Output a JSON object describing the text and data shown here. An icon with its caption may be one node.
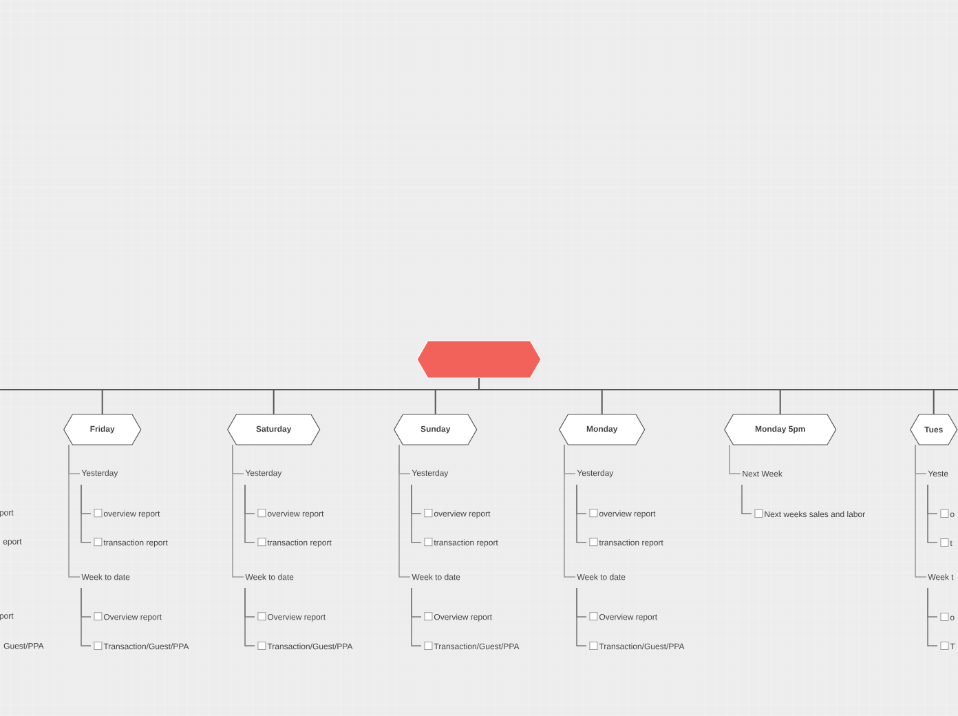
{
  "diagram": {
    "nodes": [
      {
        "text": [],
        "shape": "hexagon"
      },
      {
        "text": [
          "Friday"
        ]
      },
      {
        "text": [
          "Yesterday"
        ]
      },
      {
        "text": [
          "overview report"
        ]
      },
      {
        "text": [
          "transaction report"
        ]
      },
      {
        "text": [
          "Week to date"
        ]
      },
      {
        "text": [
          "Overview report"
        ]
      },
      {
        "text": [
          "Transaction/Guest/PPA"
        ]
      },
      {
        "text": [
          "Saturday"
        ]
      },
      {
        "text": [
          "Yesterday"
        ]
      },
      {
        "text": [
          "overview report"
        ]
      },
      {
        "text": [
          "transaction report"
        ]
      },
      {
        "text": [
          "Week to date"
        ]
      },
      {
        "text": [
          "Overview report"
        ]
      },
      {
        "text": [
          "Transaction/Guest/PPA"
        ]
      },
      {
        "text": [
          "Sunday"
        ]
      },
      {
        "text": [
          "Yesterday"
        ]
      },
      {
        "text": [
          "overview report"
        ]
      },
      {
        "text": [
          "transaction report"
        ]
      },
      {
        "text": [
          "Week to date"
        ]
      },
      {
        "text": [
          "Overview report"
        ]
      },
      {
        "text": [
          "Transaction/Guest/PPA"
        ]
      },
      {
        "text": [
          "Monday"
        ]
      },
      {
        "text": [
          "Yesterday"
        ]
      },
      {
        "text": [
          "overview report"
        ]
      },
      {
        "text": [
          "transaction report"
        ]
      },
      {
        "text": [
          "Week to date"
        ]
      },
      {
        "text": [
          "Overview report"
        ]
      },
      {
        "text": [
          "Transaction/Guest/PPA"
        ]
      },
      {
        "text": [
          "Monday 5pm"
        ]
      },
      {
        "text": [
          "Next Week"
        ]
      },
      {
        "text": [
          "Next weeks sales and labor"
        ]
      },
      {
        "text": [
          "Tues"
        ]
      },
      {
        "text": [
          "Yeste"
        ]
      },
      {
        "text": [
          "o"
        ]
      },
      {
        "text": [
          "t"
        ]
      },
      {
        "text": [
          "Week t"
        ]
      },
      {
        "text": [
          "o"
        ]
      },
      {
        "text": [
          "T"
        ]
      }
    ],
    "edges": [
      {
        "from": 0,
        "to": 1,
        "arrow": "none"
      },
      {
        "from": 1,
        "to": 2,
        "arrow": "none"
      },
      {
        "from": 2,
        "to": 3,
        "arrow": "none"
      },
      {
        "from": 2,
        "to": 4,
        "arrow": "none"
      },
      {
        "from": 1,
        "to": 5,
        "arrow": "none"
      },
      {
        "from": 5,
        "to": 6,
        "arrow": "none"
      },
      {
        "from": 5,
        "to": 7,
        "arrow": "none"
      },
      {
        "from": 0,
        "to": 8,
        "arrow": "none"
      },
      {
        "from": 8,
        "to": 9,
        "arrow": "none"
      },
      {
        "from": 9,
        "to": 10,
        "arrow": "none"
      },
      {
        "from": 9,
        "to": 11,
        "arrow": "none"
      },
      {
        "from": 8,
        "to": 12,
        "arrow": "none"
      },
      {
        "from": 12,
        "to": 13,
        "arrow": "none"
      },
      {
        "from": 12,
        "to": 14,
        "arrow": "none"
      },
      {
        "from": 0,
        "to": 15,
        "arrow": "none"
      },
      {
        "from": 15,
        "to": 16,
        "arrow": "none"
      },
      {
        "from": 16,
        "to": 17,
        "arrow": "none"
      },
      {
        "from": 16,
        "to": 18,
        "arrow": "none"
      },
      {
        "from": 15,
        "to": 19,
        "arrow": "none"
      },
      {
        "from": 19,
        "to": 20,
        "arrow": "none"
      },
      {
        "from": 19,
        "to": 21,
        "arrow": "none"
      },
      {
        "from": 0,
        "to": 22,
        "arrow": "none"
      },
      {
        "from": 22,
        "to": 23,
        "arrow": "none"
      },
      {
        "from": 23,
        "to": 24,
        "arrow": "none"
      },
      {
        "from": 23,
        "to": 25,
        "arrow": "none"
      },
      {
        "from": 22,
        "to": 26,
        "arrow": "none"
      },
      {
        "from": 26,
        "to": 27,
        "arrow": "none"
      },
      {
        "from": 26,
        "to": 28,
        "arrow": "none"
      },
      {
        "from": 0,
        "to": 29,
        "arrow": "none"
      },
      {
        "from": 29,
        "to": 30,
        "arrow": "none"
      },
      {
        "from": 30,
        "to": 31,
        "arrow": "none"
      },
      {
        "from": 0,
        "to": 32,
        "arrow": "none"
      },
      {
        "from": 32,
        "to": 33,
        "arrow": "none"
      },
      {
        "from": 33,
        "to": 34,
        "arrow": "none"
      },
      {
        "from": 33,
        "to": 35,
        "arrow": "none"
      },
      {
        "from": 32,
        "to": 36,
        "arrow": "none"
      },
      {
        "from": 36,
        "to": 37,
        "arrow": "none"
      },
      {
        "from": 36,
        "to": 38,
        "arrow": "none"
      }
    ],
    "labels": [
      "port",
      "eport",
      "port",
      "Guest/PPA"
    ]
  }
}
